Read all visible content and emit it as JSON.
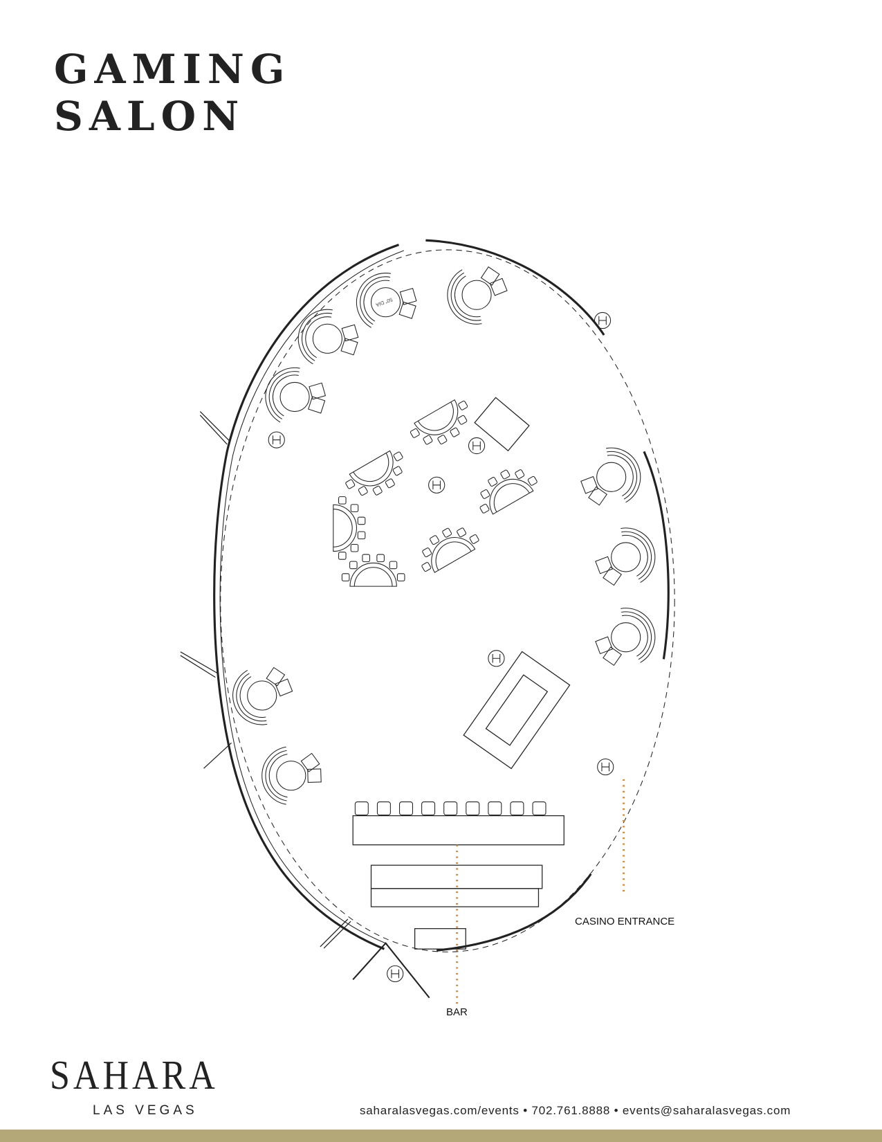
{
  "title": {
    "line1": "GAMING",
    "line2": "SALON"
  },
  "plan": {
    "table_label": "50\" DIA",
    "labels": {
      "casino_entrance": "CASINO ENTRANCE",
      "bar": "BAR"
    },
    "accent_color": "#d08a3c"
  },
  "footer": {
    "logo": "SAHARA",
    "logo_sub": "LAS VEGAS",
    "contact": "saharalasvegas.com/events  •  702.761.8888  •  events@saharalasvegas.com",
    "band_color": "#b5a878"
  }
}
